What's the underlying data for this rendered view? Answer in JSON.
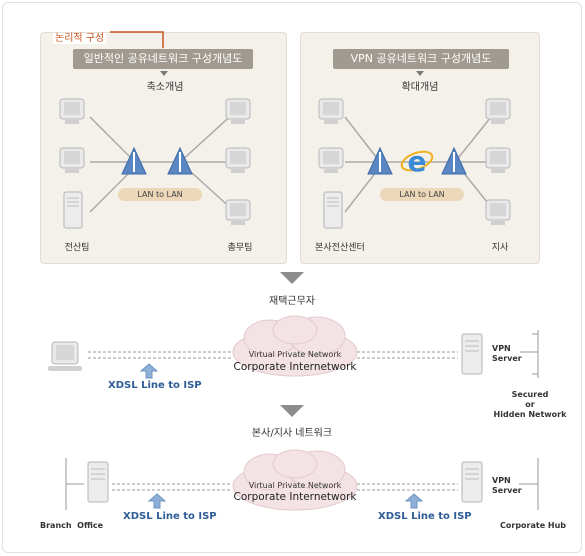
{
  "top": {
    "logic_label": "논리적 구성",
    "left_panel": {
      "title": "일반적인 공유네트워크 구성개념도",
      "sub": "축소개념",
      "lan": "LAN to LAN",
      "left_caption": "전산팀",
      "right_caption": "총무팀"
    },
    "right_panel": {
      "title": "VPN 공유네트워크 구성개념도",
      "sub": "확대개념",
      "lan": "LAN to LAN",
      "left_caption": "본사전산센터",
      "right_caption": "지사"
    }
  },
  "middle": {
    "section_label": "재택근무자",
    "cloud_line1": "Virtual Private Network",
    "cloud_line2": "Corporate Internetwork",
    "xdsl": "XDSL Line to ISP",
    "vpn_server_l1": "VPN",
    "vpn_server_l2": "Server",
    "secured_l1": "Secured",
    "secured_l2": "or",
    "secured_l3": "Hidden Network"
  },
  "bottom": {
    "section_label": "본사/지사 네트워크",
    "cloud_line1": "Virtual Private Network",
    "cloud_line2": "Corporate Internetwork",
    "xdsl_left": "XDSL Line to ISP",
    "xdsl_right": "XDSL Line to ISP",
    "branch_label": "Branch  Office",
    "hub_label": "Corporate Hub",
    "vpn_server_l1": "VPN",
    "vpn_server_l2": "Server"
  },
  "colors": {
    "accent_orange": "#c8541e",
    "title_bar": "#a09a90",
    "panel_bg": "#f4f0ea",
    "xdsl_blue": "#2e5d97",
    "router_blue": "#5a86c4",
    "cloud_pink": "#f3e3e5",
    "lan_pill": "#ecd7b8"
  },
  "icons": [
    "monitor-icon",
    "server-tower-icon",
    "router-icon",
    "internet-explorer-icon",
    "cloud-icon",
    "up-arrow-icon",
    "down-triangle-icon"
  ]
}
